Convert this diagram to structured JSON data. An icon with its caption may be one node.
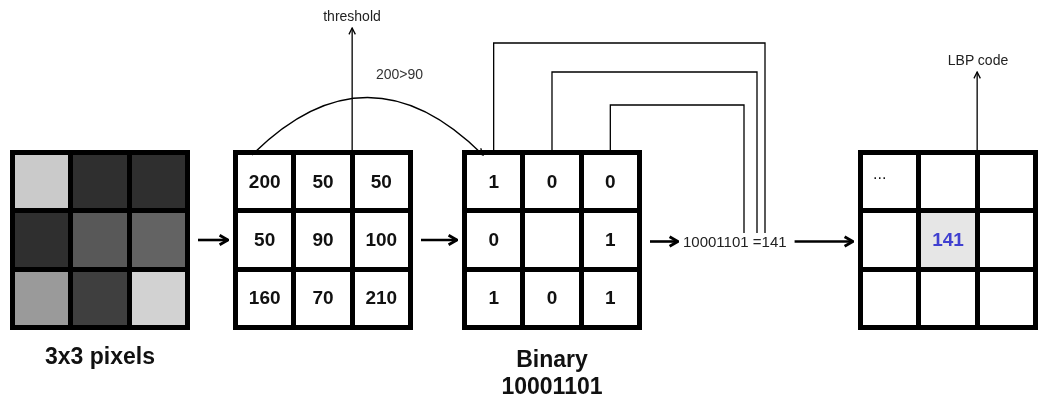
{
  "diagram": {
    "nodes": [
      {
        "text": [],
        "shape": "picture",
        "beside": [
          "3x3 pixels"
        ]
      },
      {
        "text": [],
        "shape": "grid"
      },
      {
        "text": [
          "200"
        ],
        "in": 1
      },
      {
        "text": [
          "50"
        ],
        "in": 1
      },
      {
        "text": [
          "50"
        ],
        "in": 1
      },
      {
        "text": [
          "50"
        ],
        "in": 1
      },
      {
        "text": [
          "90"
        ],
        "in": 1
      },
      {
        "text": [
          "100"
        ],
        "in": 1
      },
      {
        "text": [
          "160"
        ],
        "in": 1
      },
      {
        "text": [
          "70"
        ],
        "in": 1
      },
      {
        "text": [
          "210"
        ],
        "in": 1
      },
      {
        "text": [],
        "shape": "grid",
        "beside": [
          "Binary 10001101"
        ]
      },
      {
        "text": [
          "1"
        ],
        "in": 11
      },
      {
        "text": [
          "0"
        ],
        "in": 11
      },
      {
        "text": [
          "0"
        ],
        "in": 11
      },
      {
        "text": [
          "0"
        ],
        "in": 11
      },
      {
        "text": [],
        "shape": "box",
        "in": 11
      },
      {
        "text": [
          "1"
        ],
        "in": 11
      },
      {
        "text": [
          "1"
        ],
        "in": 11
      },
      {
        "text": [
          "0"
        ],
        "in": 11
      },
      {
        "text": [
          "1"
        ],
        "in": 11
      },
      {
        "text": [
          "10001101 =141"
        ]
      },
      {
        "text": [],
        "shape": "grid"
      },
      {
        "text": [
          "..."
        ],
        "in": 22
      },
      {
        "text": [],
        "shape": "box",
        "in": 22
      },
      {
        "text": [],
        "shape": "box",
        "in": 22
      },
      {
        "text": [],
        "shape": "box",
        "in": 22
      },
      {
        "text": [
          "141"
        ],
        "in": 22
      },
      {
        "text": [],
        "shape": "box",
        "in": 22
      },
      {
        "text": [],
        "shape": "box",
        "in": 22
      },
      {
        "text": [],
        "shape": "box",
        "in": 22
      },
      {
        "text": [],
        "shape": "box",
        "in": 22
      },
      {
        "text": [
          "threshold"
        ]
      },
      {
        "text": [
          "LBP code"
        ]
      }
    ],
    "edges": [
      {
        "from": 0,
        "to": 1,
        "arrow": "to"
      },
      {
        "from": 1,
        "to": 11,
        "arrow": "to"
      },
      {
        "from": 11,
        "to": 21,
        "arrow": "to"
      },
      {
        "from": 21,
        "to": 22,
        "arrow": "to"
      },
      {
        "from": 6,
        "to": 32,
        "arrow": "to"
      },
      {
        "from": 2,
        "to": 12,
        "label": "200>90",
        "arrow": "to"
      },
      {
        "from": 12,
        "to": 21,
        "arrow": "none"
      },
      {
        "from": 13,
        "to": 21,
        "arrow": "none"
      },
      {
        "from": 14,
        "to": 21,
        "arrow": "none"
      },
      {
        "from": 27,
        "to": 33,
        "arrow": "to"
      }
    ]
  }
}
